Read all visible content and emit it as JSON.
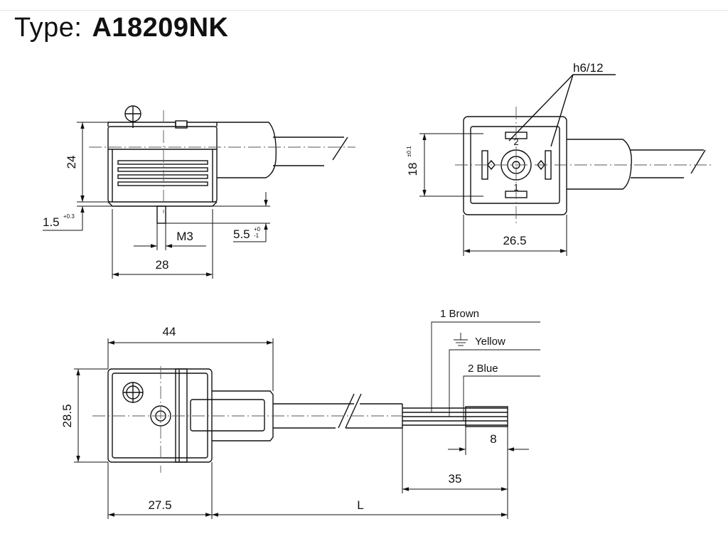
{
  "header": {
    "type_label": "Type:",
    "model": "A18209NK"
  },
  "side_view": {
    "height": "24",
    "tol_label_main": "1.5",
    "tol_label_sup": "+0.3",
    "thread": "M3",
    "depth_main": "5.5",
    "depth_sup_top": "+0",
    "depth_sup_bot": "-1",
    "width": "28"
  },
  "front_view": {
    "pitch": "h6/12",
    "height_main": "18",
    "height_sup": "±0.1",
    "width": "26.5",
    "pin_label_top": "2",
    "pin_label_bot": "1"
  },
  "top_view": {
    "total": "44",
    "height": "28.5",
    "body_width": "27.5",
    "cable_length": "L",
    "strip_length": "35",
    "wire_end": "8"
  },
  "wires": {
    "wire1": "1 Brown",
    "ground": "Yellow",
    "wire2": "2 Blue"
  },
  "colors": {
    "line": "#111111",
    "center": "#555555"
  }
}
